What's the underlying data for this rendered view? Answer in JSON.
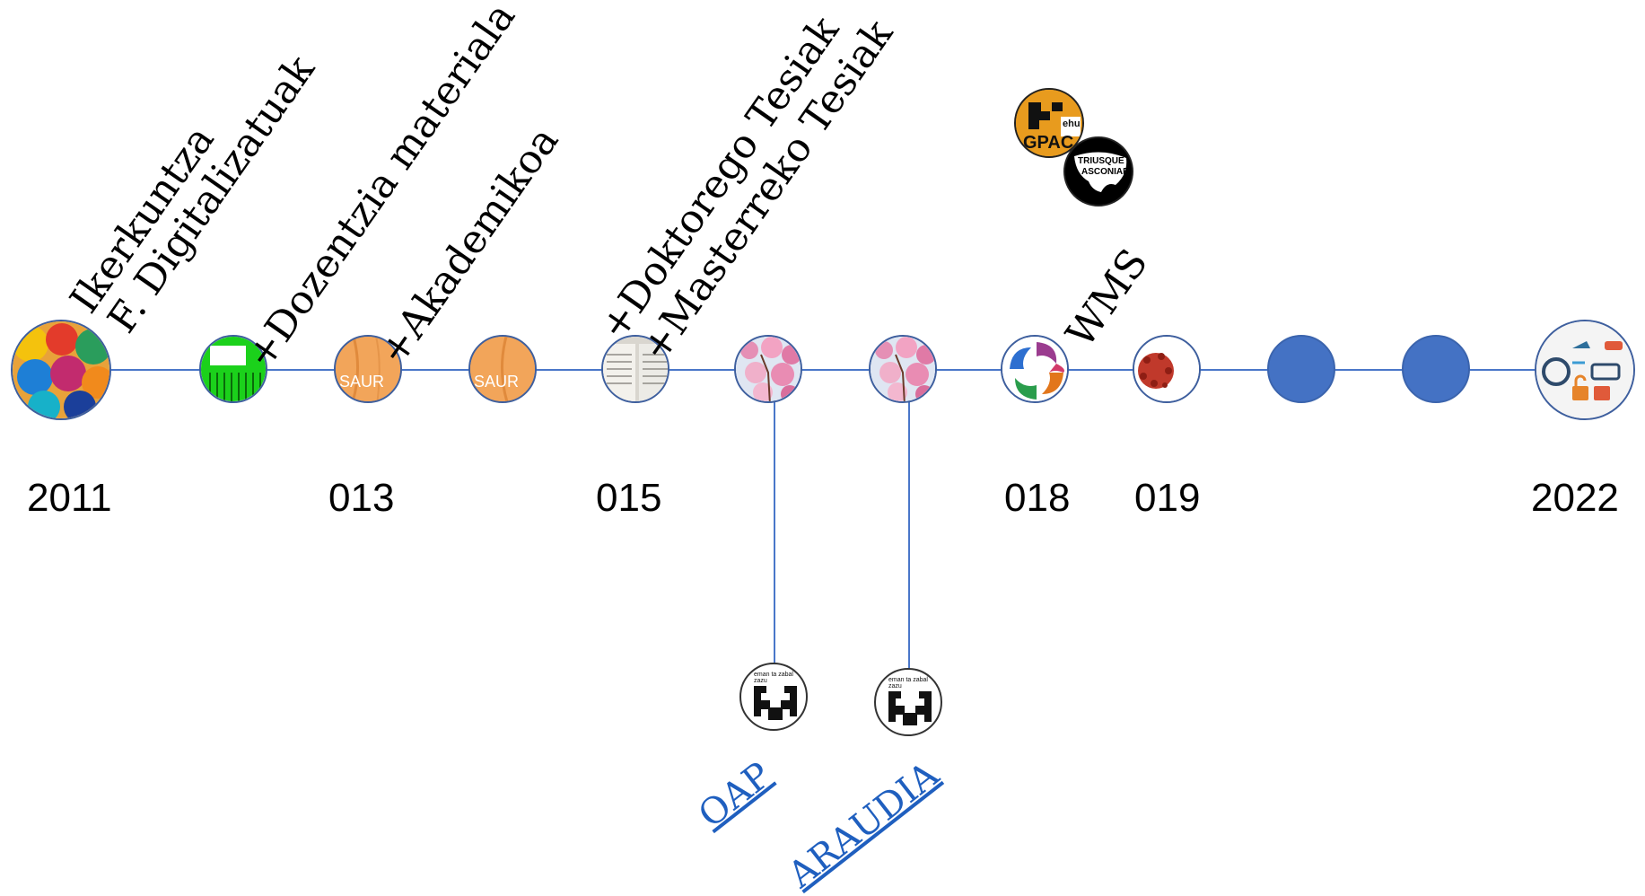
{
  "years": {
    "y2011": "2011",
    "y013": "013",
    "y015": "015",
    "y018": "018",
    "y019": "019",
    "y2022": "2022"
  },
  "rotated_labels": {
    "ikerkuntza": "Ikerkuntza",
    "digitalizatuak": "F. Digitalizatuak",
    "dozentzia": "+Dozentzia materiala",
    "akademikoa": "+Akademikoa",
    "doktorego": "+Doktorego Tesiak",
    "masterreko": "+Masterreko Tesiak",
    "wms": "WMS"
  },
  "links": {
    "oap": "OAP",
    "araudia": "ARAUDIA"
  },
  "logo_text": {
    "saur1": "SAUR",
    "saur2": "SAUR",
    "gpac": "GPAC",
    "ehu": "ehu",
    "triusque": "TRIUSQUE",
    "vasconiae": "ASCONIAE",
    "eman": "eman ta zabal zazu"
  },
  "colors": {
    "axis": "#4a77c9",
    "node_plain": "#4472c4",
    "link": "#1f5fbf"
  }
}
